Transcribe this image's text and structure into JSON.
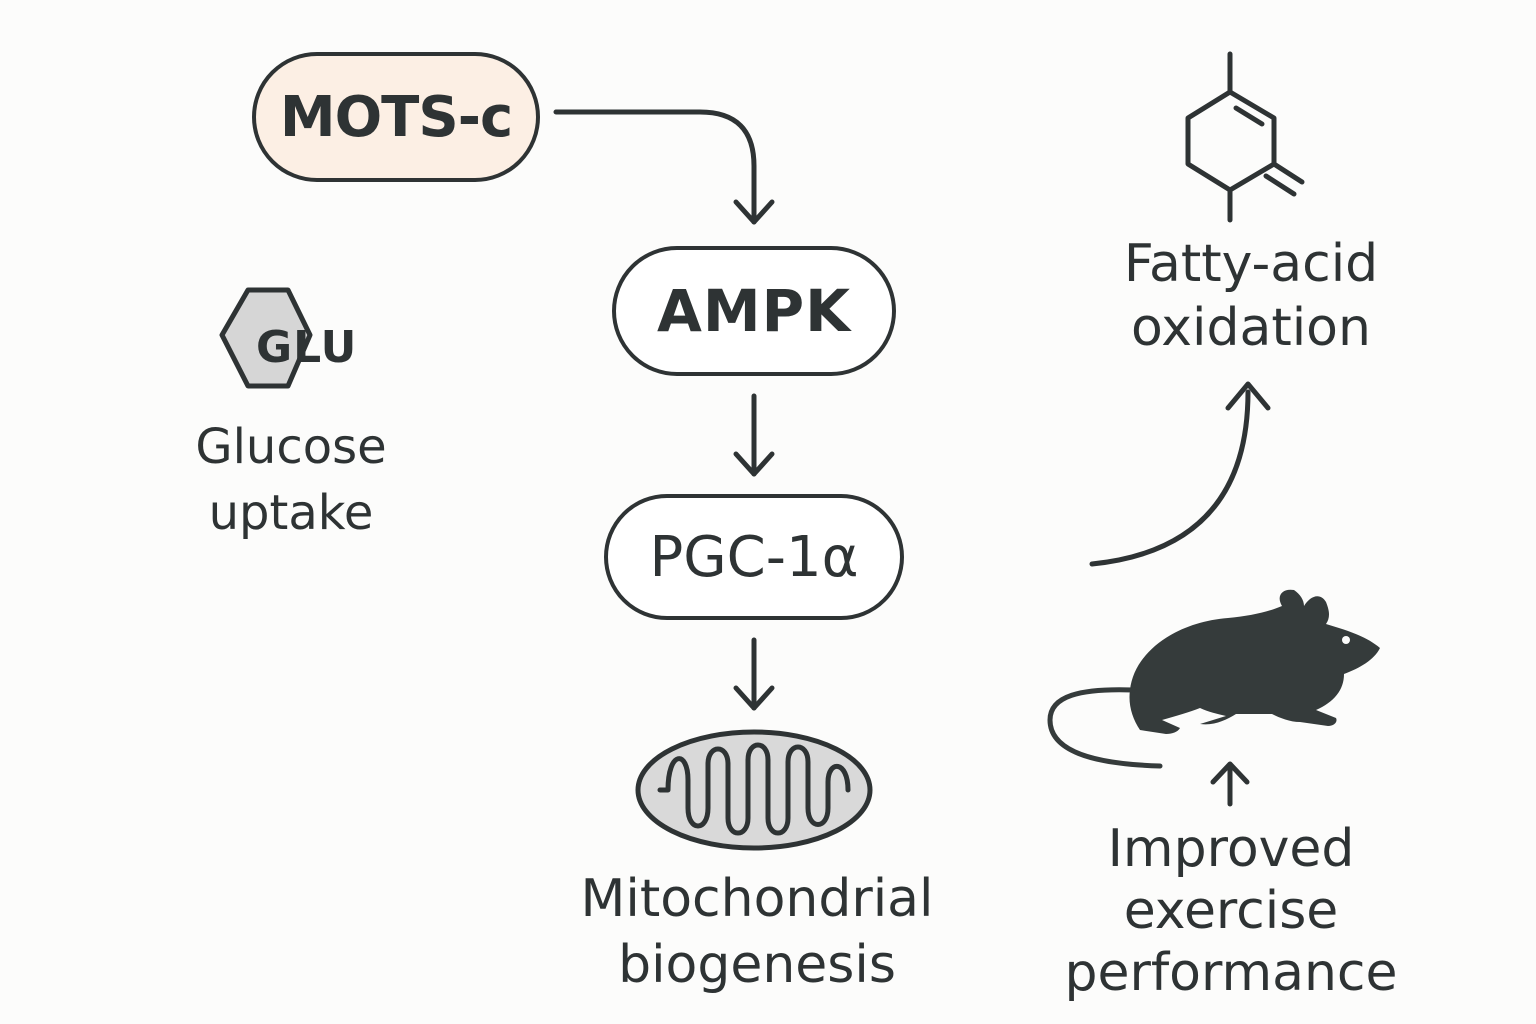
{
  "nodes": {
    "mots_c": "MOTS-c",
    "ampk": "AMPK",
    "pgc1a": "PGC-1α"
  },
  "glucose": {
    "icon_text": "GLU",
    "label_line1": "Glucose",
    "label_line2": "uptake"
  },
  "fatty_acid": {
    "label_line1": "Fatty-acid",
    "label_line2": "oxidation"
  },
  "mitochondria": {
    "label_line1": "Mitochondrial",
    "label_line2": "biogenesis"
  },
  "exercise": {
    "label_line1": "Improved",
    "label_line2": "exercise",
    "label_line3": "performance"
  },
  "colors": {
    "ink": "#2e3334",
    "mots_fill": "#fcefe4",
    "background": "#fcfcfb",
    "glucose_fill": "#d6d6d6",
    "mitochondrion_fill": "#d9d9d9"
  },
  "icons": [
    "glucose-hexagon-icon",
    "molecule-structure-icon",
    "mitochondrion-icon",
    "mouse-icon"
  ]
}
